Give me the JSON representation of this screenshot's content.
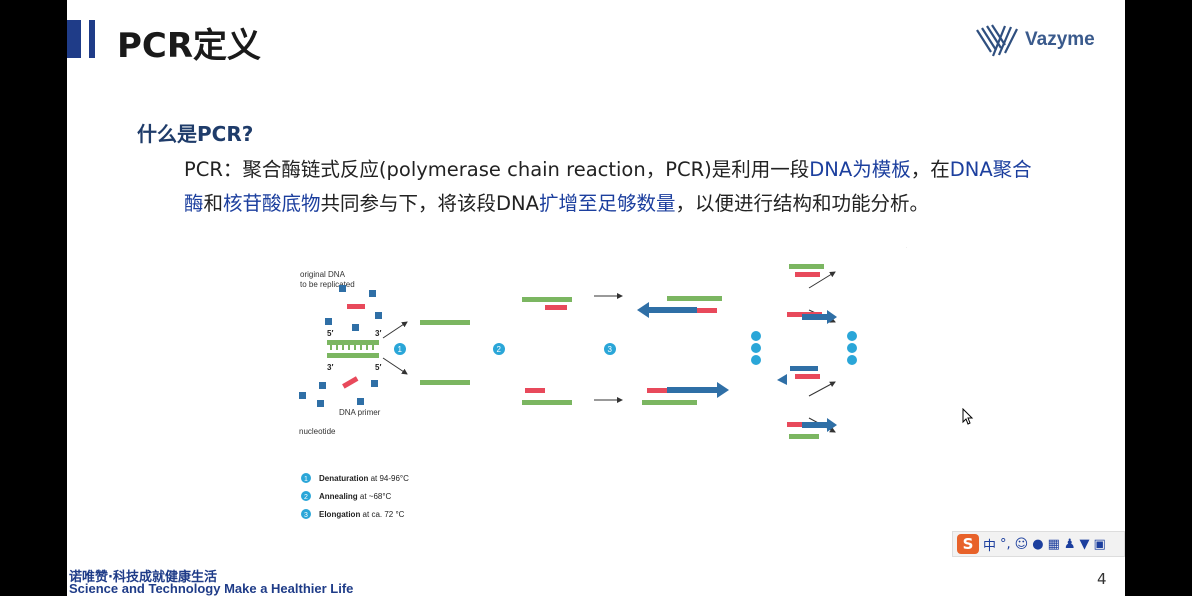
{
  "slide": {
    "title": "PCR定义",
    "brand": "Vazyme",
    "question": "什么是PCR?",
    "paragraph": {
      "p1": "PCR：聚合酶链式反应(polymerase chain reaction，PCR)是利用一段",
      "h1": "DNA为模板",
      "p2": "，在",
      "h2": "DNA聚合酶",
      "p3": "和",
      "h3": "核苷酸底物",
      "p4": "共同参与下，将该段DNA",
      "h4": "扩增至足够数量",
      "p5": "，以便进行结构和功能分析。"
    },
    "footer_cn": "诺唯赞·科技成就健康生活",
    "footer_en": "Science and Technology Make a Healthier Life",
    "page_number": "4"
  },
  "diagram": {
    "original_dna_label_1": "original DNA",
    "original_dna_label_2": "to be replicated",
    "primer_label": "DNA primer",
    "nucleotide_label": "nucleotide",
    "five_prime": "5′",
    "three_prime": "3′",
    "step_numbers": [
      "1",
      "2",
      "3"
    ],
    "legend": [
      {
        "num": "1",
        "name": "Denaturation",
        "detail": " at 94-96°C"
      },
      {
        "num": "2",
        "name": "Annealing",
        "detail": " at ~68°C"
      },
      {
        "num": "3",
        "name": "Elongation",
        "detail": " at ca. 72 °C"
      }
    ],
    "colors": {
      "strand": "#7bb661",
      "primer": "#e8495b",
      "new_strand": "#2f6fa6",
      "step": "#2aa6d8"
    }
  },
  "ime_toolbar": {
    "logo": "S",
    "mode": "中",
    "punct": "°,"
  }
}
